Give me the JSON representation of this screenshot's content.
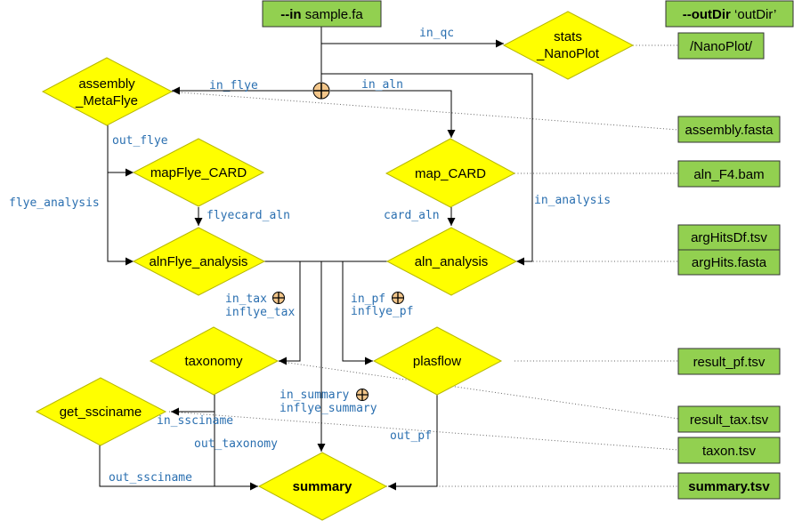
{
  "input_box": {
    "flag": "--in",
    "value": " sample.fa"
  },
  "outdir_box": {
    "flag": "--outDir",
    "value": " ‘outDir’"
  },
  "nodes": {
    "stats_nanoplot": {
      "line1": "stats",
      "line2": "_NanoPlot"
    },
    "assembly_metaflye": {
      "line1": "assembly",
      "line2": "_MetaFlye"
    },
    "mapflye_card": {
      "label": "mapFlye_CARD"
    },
    "map_card": {
      "label": "map_CARD"
    },
    "alnflye_analysis": {
      "label": "alnFlye_analysis"
    },
    "aln_analysis": {
      "label": "aln_analysis"
    },
    "taxonomy": {
      "label": "taxonomy"
    },
    "plasflow": {
      "label": "plasflow"
    },
    "get_ssciname": {
      "label": "get_ssciname"
    },
    "summary": {
      "label": "summary"
    }
  },
  "outputs": {
    "nanoplot": "/NanoPlot/",
    "assembly_fasta": "assembly.fasta",
    "aln_bam": "aln_F4.bam",
    "arghits_df": "argHitsDf.tsv",
    "arghits_fasta": "argHits.fasta",
    "result_pf": "result_pf.tsv",
    "result_tax": "result_tax.tsv",
    "taxon": "taxon.tsv",
    "summary_tsv": "summary.tsv"
  },
  "edge_labels": {
    "in_qc": "in_qc",
    "in_flye": "in_flye",
    "in_aln": "in_aln",
    "out_flye": "out_flye",
    "flye_analysis": "flye_analysis",
    "flyecard_aln": "flyecard_aln",
    "card_aln": "card_aln",
    "in_analysis": "in_analysis",
    "in_tax": "in_tax",
    "inflye_tax": "inflye_tax",
    "in_pf": "in_pf",
    "inflye_pf": "inflye_pf",
    "in_summary": "in_summary",
    "inflye_summary": "inflye_summary",
    "in_ssciname": "in_ssciname",
    "out_taxonomy": "out_taxonomy",
    "out_pf": "out_pf",
    "out_ssciname": "out_ssciname"
  },
  "colors": {
    "node_fill": "#ffff00",
    "output_fill": "#92d050",
    "edge_label": "#2a6fb0",
    "merge_fill": "#f3c68a"
  }
}
